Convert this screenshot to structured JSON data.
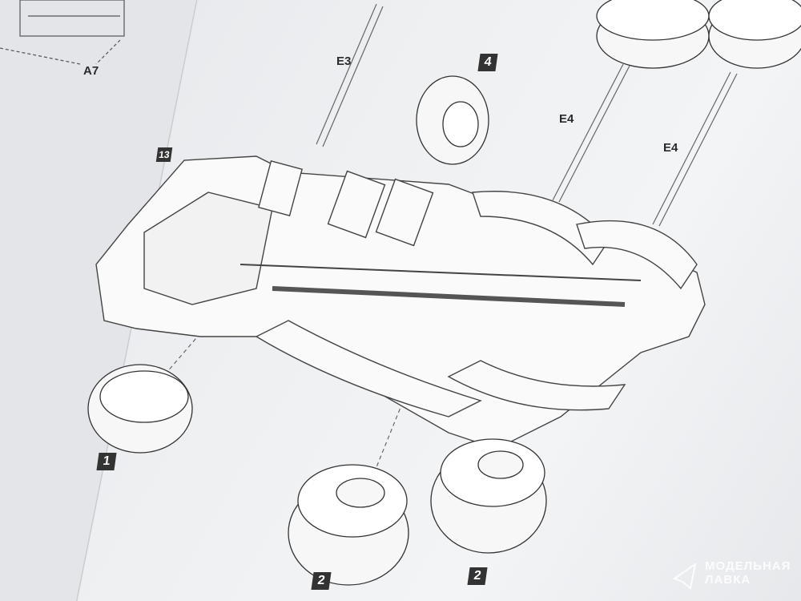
{
  "part_labels": {
    "a7": "A7",
    "e3": "E3",
    "e4_left": "E4",
    "e4_right": "E4"
  },
  "step_badges": {
    "front_wheel_top": "4",
    "body": "13",
    "front_wheel_bottom": "1",
    "rear_wheel_mid": "2",
    "rear_wheel_right": "2"
  },
  "watermark": {
    "line1": "МОДЕЛЬНАЯ",
    "line2": "ЛАВКА"
  },
  "colors": {
    "paper": "#eef0f2",
    "ink": "#333333"
  }
}
